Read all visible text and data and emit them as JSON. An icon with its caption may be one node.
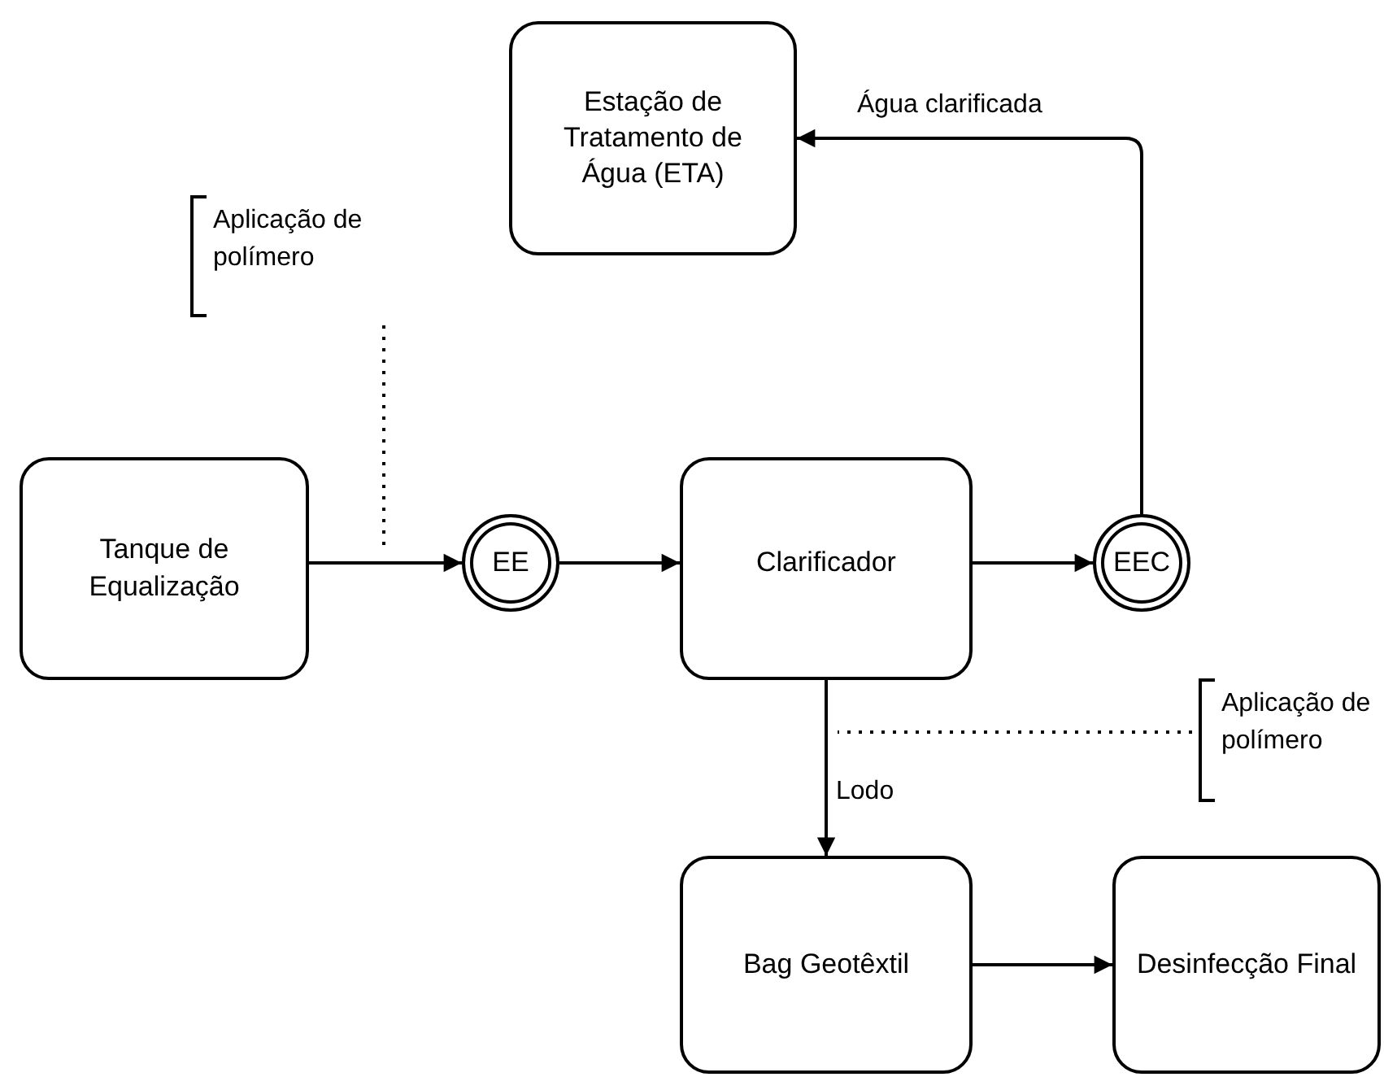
{
  "diagram": {
    "nodes": [
      {
        "text": [
          "Estação de Tratamento de Água (ETA)"
        ]
      },
      {
        "text": [
          "Aplicação de polímero"
        ]
      },
      {
        "text": [
          "Tanque de Equalização"
        ]
      },
      {
        "text": [
          "EE"
        ]
      },
      {
        "text": [
          "Clarificador"
        ]
      },
      {
        "text": [
          "EEC"
        ]
      },
      {
        "text": [
          "Aplicação de polímero"
        ]
      },
      {
        "text": [
          "Bag Geotêxtil"
        ]
      },
      {
        "text": [
          "Desinfecção Final"
        ]
      }
    ],
    "edges": [
      {
        "from": 2,
        "to": 3,
        "arrow": "to"
      },
      {
        "from": 3,
        "to": 4,
        "arrow": "to"
      },
      {
        "from": 4,
        "to": 5,
        "arrow": "to"
      },
      {
        "from": 5,
        "to": 0,
        "arrow": "to",
        "label": "Água clarificada"
      },
      {
        "from": 4,
        "to": 7,
        "arrow": "to",
        "label": "Lodo"
      },
      {
        "from": 7,
        "to": 8,
        "arrow": "to"
      },
      {
        "from": 1,
        "to": null,
        "arrow": "none",
        "style": "dashed"
      },
      {
        "from": 6,
        "to": null,
        "arrow": "none",
        "style": "dashed"
      }
    ]
  }
}
